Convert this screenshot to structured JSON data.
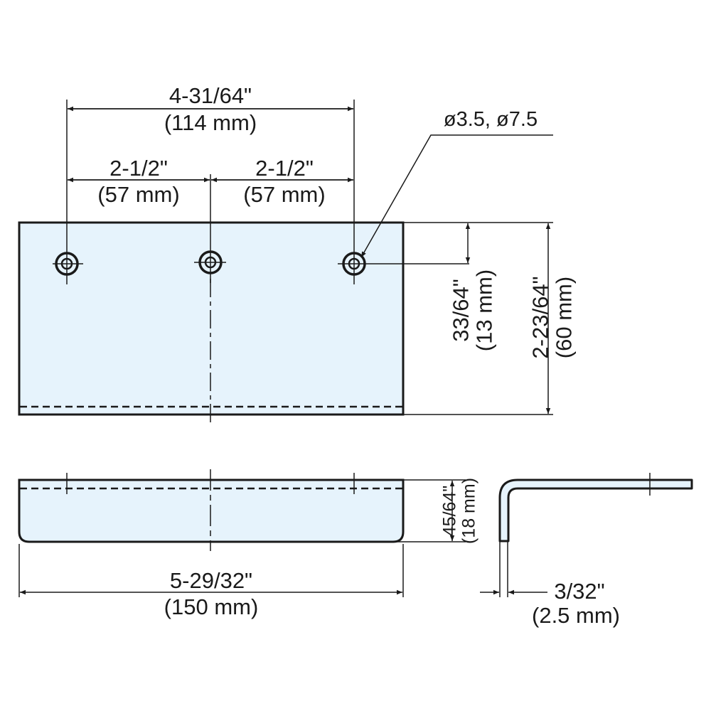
{
  "drawing": {
    "fill_color": "#e6f3fc",
    "line_color": "#1a1a1a",
    "top_view": {
      "overall_hole_span": {
        "inch": "4-31/64\"",
        "mm": "(114 mm)"
      },
      "left_pitch": {
        "inch": "2-1/2\"",
        "mm": "(57 mm)"
      },
      "right_pitch": {
        "inch": "2-1/2\"",
        "mm": "(57 mm)"
      },
      "hole_callout": "ø3.5, ø7.5",
      "hole_edge_distance": {
        "inch": "33/64\"",
        "mm": "(13 mm)"
      },
      "height": {
        "inch": "2-23/64\"",
        "mm": "(60 mm)"
      }
    },
    "front_view": {
      "width": {
        "inch": "5-29/32\"",
        "mm": "(150 mm)"
      },
      "depth": {
        "inch": "45/64\"",
        "mm": "(18 mm)"
      }
    },
    "side_view": {
      "thickness": {
        "inch": "3/32\"",
        "mm": "(2.5 mm)"
      }
    }
  }
}
